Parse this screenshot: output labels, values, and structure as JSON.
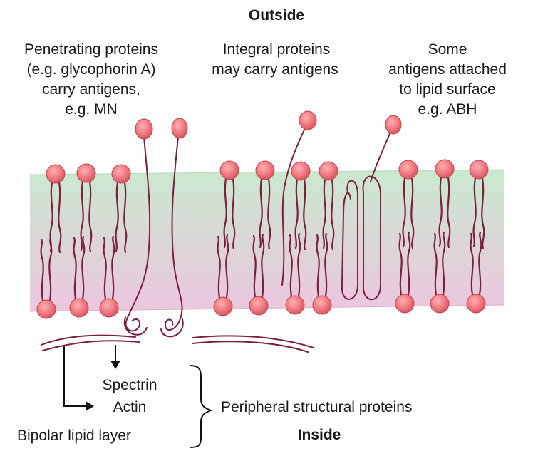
{
  "labels": {
    "outside": "Outside",
    "inside": "Inside",
    "penetrating": [
      "Penetrating proteins",
      "(e.g. glycophorin A)",
      "carry antigens,",
      "e.g. MN"
    ],
    "integral": [
      "Integral proteins",
      "may carry antigens"
    ],
    "attached": [
      "Some",
      "antigens attached",
      "to lipid surface",
      "e.g. ABH"
    ],
    "spectrin": "Spectrin",
    "actin": "Actin",
    "peripheral": "Peripheral structural proteins",
    "bipolar": "Bipolar lipid layer"
  },
  "colors": {
    "lipid_head_fill": "#f07a82",
    "lipid_head_dark": "#d2505c",
    "tail_stroke": "#7a1f3d",
    "membrane_top": "#c9e9cf",
    "membrane_bottom": "#ecc6de",
    "text": "#1a1a1a"
  }
}
